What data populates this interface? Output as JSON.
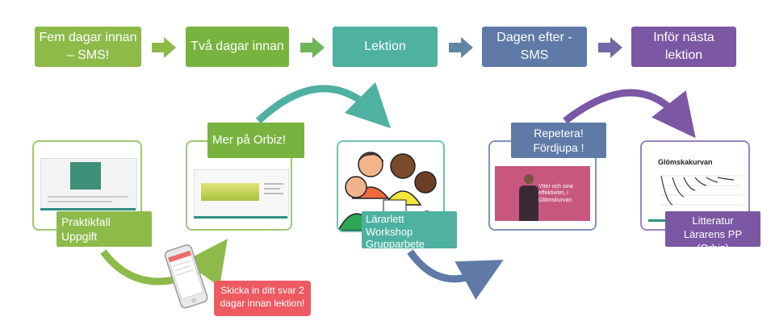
{
  "stages": [
    {
      "text": "Fem dagar innan – SMS!",
      "color": "#8dba49"
    },
    {
      "text": "Två dagar innan",
      "color": "#78b33f"
    },
    {
      "text": "Lektion",
      "color": "#4eb1a1"
    },
    {
      "text": "Dagen efter - SMS",
      "color": "#5f7aa6"
    },
    {
      "text": "Inför nästa lektion",
      "color": "#7b57a4"
    }
  ],
  "labels": {
    "praktikfall": "Praktikfall Uppgift",
    "mer_pa_orbiz": "Mer på Orbiz!",
    "lararlett": "Lärarlett Workshop Grupparbete",
    "repetera": "Repetera! Fördjupa !",
    "litteratur": "Litteratur Lärarens PP (Orbiz)",
    "skicka": "Skicka in ditt svar 2 dagar innan lektion!"
  },
  "thumbs": {
    "video_title": "Ytter och sina effektivitet, i Glömskurvan",
    "chart_title": "Glömskakurvan"
  },
  "colors": {
    "green": "#8dba49",
    "teal": "#4eb1a1",
    "blue": "#5f7aa6",
    "purple": "#7b57a4",
    "red": "#ee5a62"
  }
}
